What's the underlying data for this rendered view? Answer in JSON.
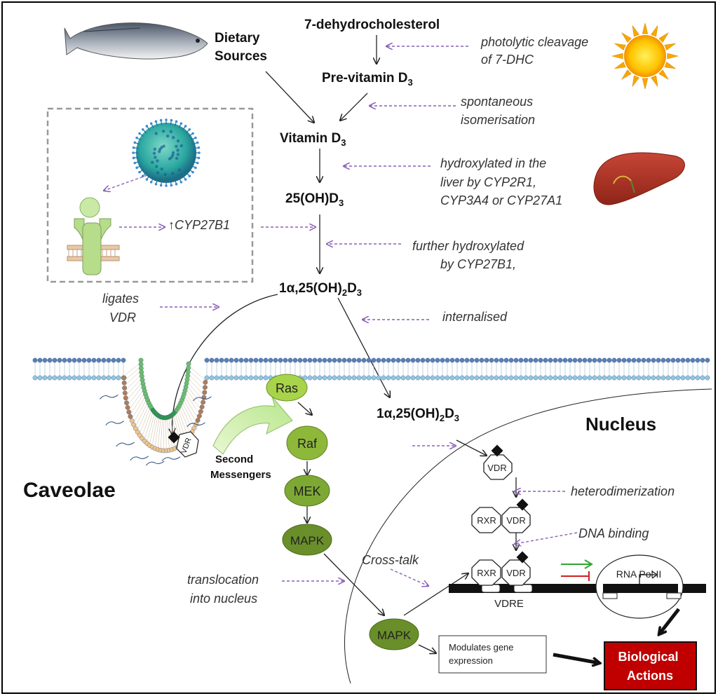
{
  "colors": {
    "purple_arrow": "#8a5fb8",
    "green_node": "#7ea834",
    "light_green_node": "#a8d44a",
    "dark_green_node": "#6a8f2a",
    "bio_box": "#c00000",
    "green_line": "#2ea62e",
    "red_line": "#d02020",
    "membrane_blue": "#5a7fb6",
    "membrane_lightblue": "#93c6e0"
  },
  "icons": {
    "fish": "salmon-fish-icon",
    "sun": "sun-icon",
    "liver": "liver-icon",
    "virus": "virus-particle-icon",
    "receptor": "membrane-receptor-icon"
  },
  "labels": {
    "dietary_1": "Dietary",
    "dietary_2": "Sources",
    "dhc": "7-dehydrocholesterol",
    "previtd": "Pre-vitamin D",
    "vitd": "Vitamin D",
    "oh25": "25(OH)D",
    "oh1a25": "1α,25(OH)",
    "oh1a25_tail": "D",
    "sub3": "3",
    "sub2": "2",
    "photolytic_1": "photolytic cleavage",
    "photolytic_2": "of 7-DHC",
    "spont_1": "spontaneous",
    "spont_2": "isomerisation",
    "hydrox_1": "hydroxylated in the",
    "hydrox_2": "liver by CYP2R1,",
    "hydrox_3": "CYP3A4 or CYP27A1",
    "further_1": "further hydroxylated",
    "further_2": "by CYP27B1,",
    "cyp27b1": "↑CYP27B1",
    "ligates_1": "ligates",
    "ligates_2": "VDR",
    "internalised": "internalised",
    "caveolae": "Caveolae",
    "second_1": "Second",
    "second_2": "Messengers",
    "ras": "Ras",
    "raf": "Raf",
    "mek": "MEK",
    "mapk": "MAPK",
    "nucleus": "Nucleus",
    "vdr": "VDR",
    "rxr": "RXR",
    "heterodimerization": "heterodimerization",
    "dna_binding": "DNA binding",
    "cross_talk": "Cross-talk",
    "translocation_1": "translocation",
    "translocation_2": "into nucleus",
    "rna_pol": "RNA Pol II",
    "vdre": "VDRE",
    "modulates_1": "Modulates gene",
    "modulates_2": "expression",
    "bio_1": "Biological",
    "bio_2": "Actions"
  }
}
